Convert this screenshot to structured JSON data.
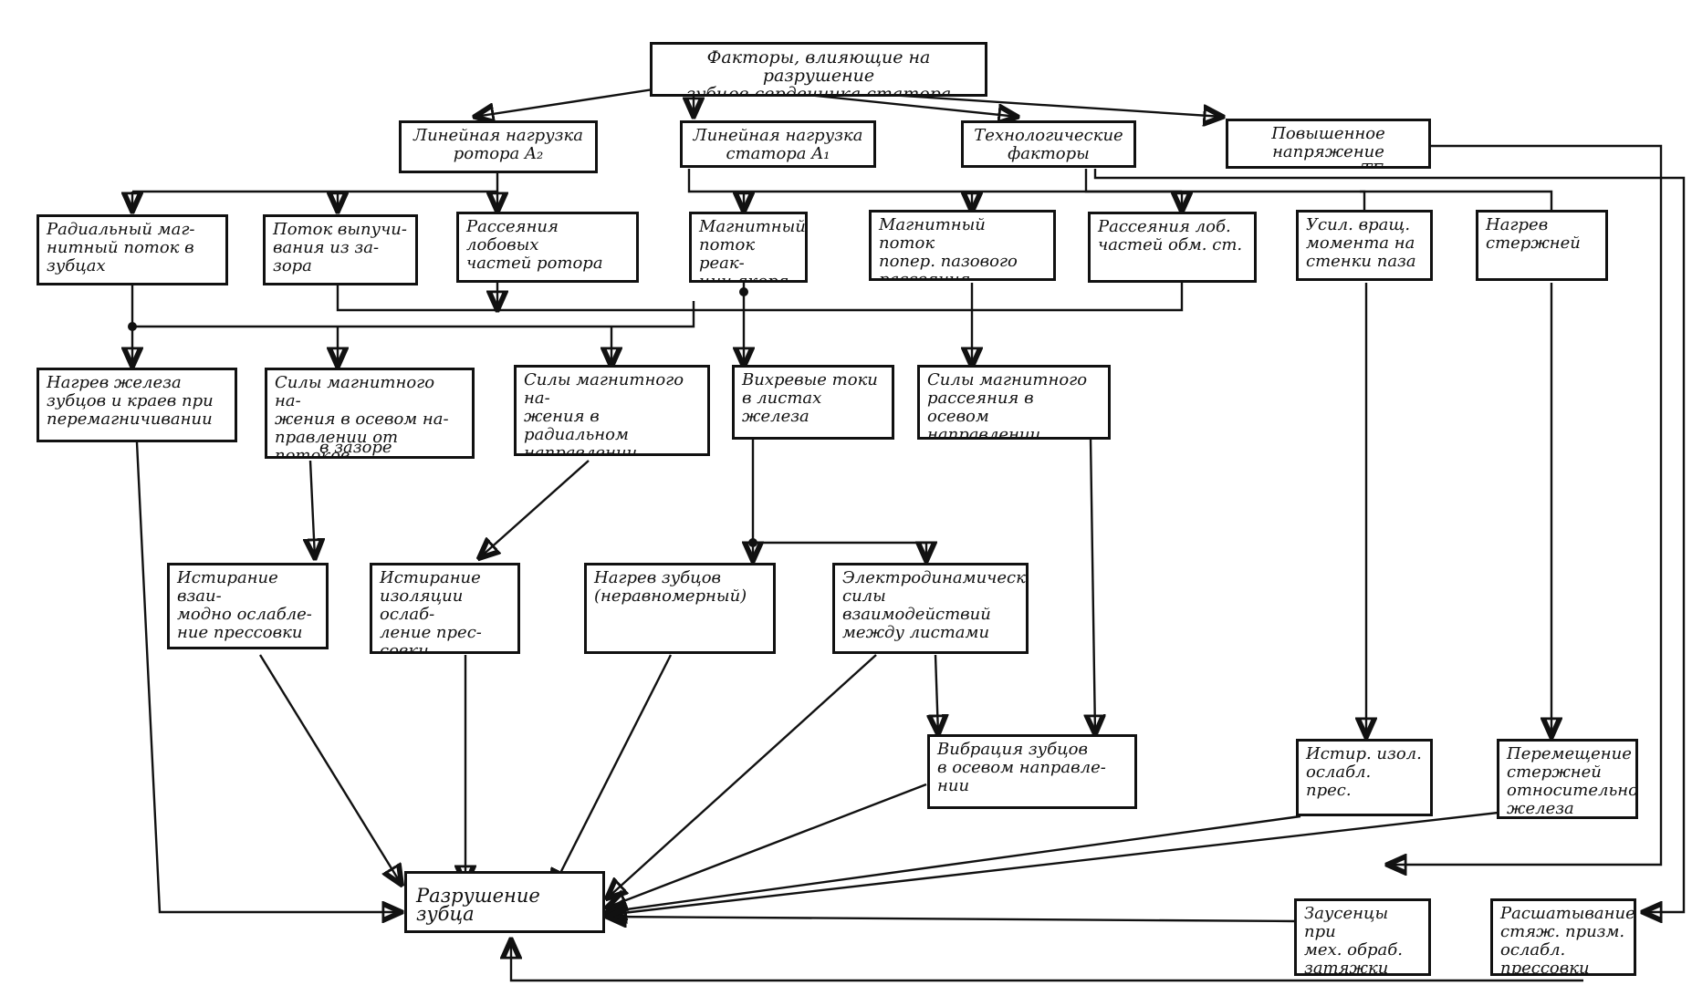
{
  "nodes": {
    "root": "Факторы, влияющие на разрушение\nзубцов сердечника статора",
    "rotor_load": "Линейная нагрузка\nротора A₂",
    "stator_load": "Линейная нагрузка\nстатора A₁",
    "tech_factors": "Технологические\nфакторы",
    "bus_voltage": "Повышенное напряжение\nна шинах ТГ",
    "radial_flux": "Радиальный маг-\nнитный поток в\nзубцах",
    "gap_flux": "Поток выпучи-\nвания из за-\nзора",
    "rotor_leakage": "Рассеяния лобовых\nчастей ротора",
    "yoke_flux": "Магнитный\nпоток реак-\nции якоря",
    "slot_flux": "Магнитный поток\nпопер. пазового\nрассеяния",
    "stator_leakage": "Рассеяния лоб.\nчастей обм. ст.",
    "moment": "Усил. вращ.\nмомента на\nстенки паза",
    "bar_heating": "Нагрев\nстержней",
    "iron_heating": "Нагрев железа\nзубцов и краев при\nперемагничивании",
    "force_axial": "Силы магнитного на-\nжения в осевом на-\nправлении от потоков\nв зазоре",
    "force_radial": "Силы магнитного на-\nжения в радиальном\nнаправлении",
    "eddy": "Вихревые токи\nв листах\nжелеза",
    "force_scatter": "Силы магнитного\nрассеяния в осевом\nнаправлении",
    "wear_weakening": "Истирание взаи-\nмодно ослабле-\nние прессовки",
    "wear_press": "Истирание\nизоляции ослаб-\nление прес-\nсовки",
    "tooth_heating": "Нагрев зубцов\n(неравномерный)",
    "electrodynamic": "Электродинамические\nсилы взаимодействий\nмежду листами",
    "vibration": "Вибрация зубцов\nв осевом направле-\nнии",
    "insulation": "Истир. изол.\nослабл.\nпрес.",
    "bar_shift": "Перемещение\nстержней\nотносительно\nжелеза",
    "failure": "Разрушение зубца",
    "burrs": "Заусенцы при\nмех. обраб.\nзатяжки",
    "loosening": "Расшатывание\nстяж. призм.\nослабл.\nпрессовки"
  },
  "notes": {
    "slot_note": "в зазоре"
  }
}
